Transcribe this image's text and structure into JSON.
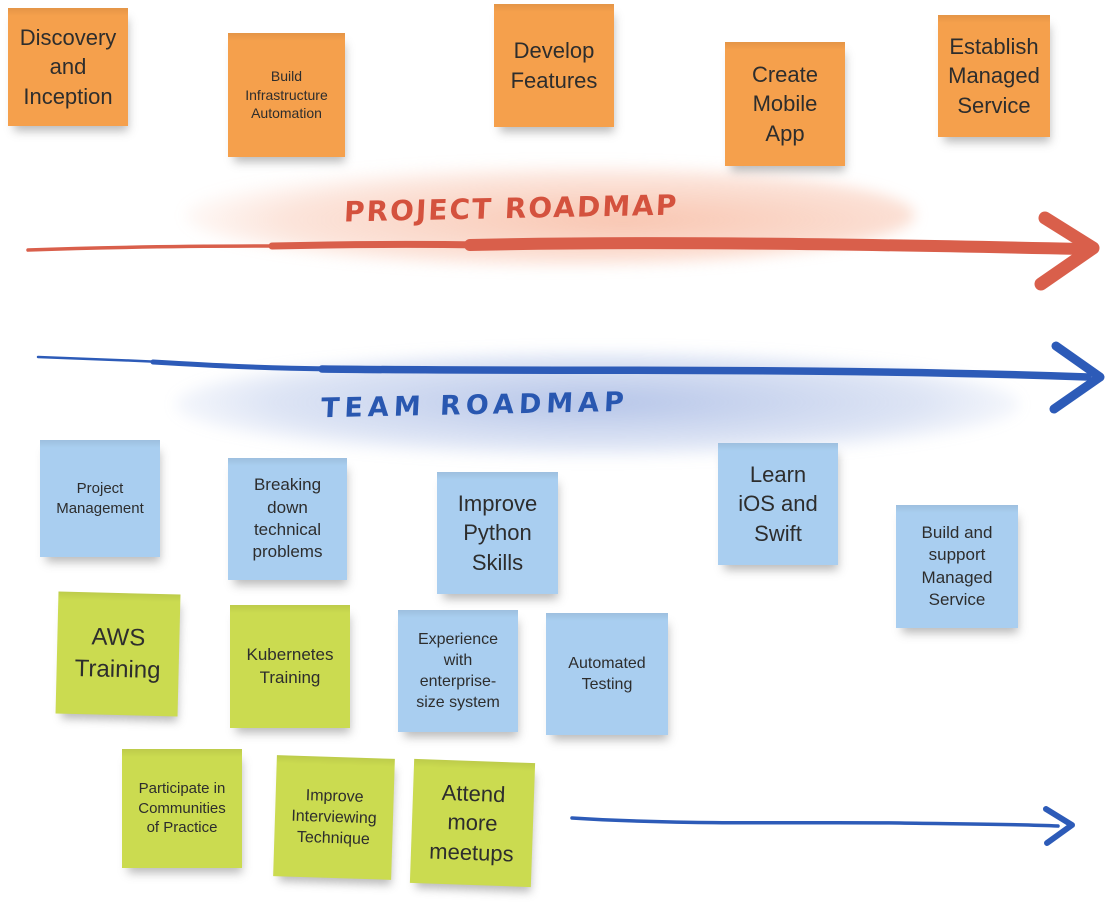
{
  "board": {
    "project_roadmap_label": "PROJECT ROADMAP",
    "team_roadmap_label": "TEAM ROADMAP"
  },
  "colors": {
    "note_orange": "#F5A04C",
    "note_blue": "#A9CEF0",
    "note_green": "#CBDB50",
    "note_text": "#2D2D2D",
    "arrow_red": "#D95F4B",
    "arrow_blue": "#2D5BB8",
    "label_red": "#D4523E",
    "label_blue": "#2957B0"
  },
  "sticky_notes": [
    {
      "id": "discovery-and-inception",
      "color": "orange",
      "text": "Discovery\nand\nInception"
    },
    {
      "id": "build-infrastructure-automation",
      "color": "orange",
      "text": "Build\nInfrastructure\nAutomation"
    },
    {
      "id": "develop-features",
      "color": "orange",
      "text": "Develop\nFeatures"
    },
    {
      "id": "create-mobile-app",
      "color": "orange",
      "text": "Create\nMobile\nApp"
    },
    {
      "id": "establish-managed-service",
      "color": "orange",
      "text": "Establish\nManaged\nService"
    },
    {
      "id": "project-management",
      "color": "blue",
      "text": "Project\nManagement"
    },
    {
      "id": "breaking-down-technical-problems",
      "color": "blue",
      "text": "Breaking\ndown\ntechnical\nproblems"
    },
    {
      "id": "improve-python-skills",
      "color": "blue",
      "text": "Improve\nPython\nSkills"
    },
    {
      "id": "learn-ios-and-swift",
      "color": "blue",
      "text": "Learn\niOS and\nSwift"
    },
    {
      "id": "build-and-support-managed-service",
      "color": "blue",
      "text": "Build and\nsupport\nManaged\nService"
    },
    {
      "id": "aws-training",
      "color": "green",
      "text": "AWS\nTraining"
    },
    {
      "id": "kubernetes-training",
      "color": "green",
      "text": "Kubernetes\nTraining"
    },
    {
      "id": "experience-enterprise-size-system",
      "color": "blue",
      "text": "Experience\nwith\nenterprise-\nsize system"
    },
    {
      "id": "automated-testing",
      "color": "blue",
      "text": "Automated\nTesting"
    },
    {
      "id": "participate-communities-of-practice",
      "color": "green",
      "text": "Participate in\nCommunities\nof Practice"
    },
    {
      "id": "improve-interviewing-technique",
      "color": "green",
      "text": "Improve\nInterviewing\nTechnique"
    },
    {
      "id": "attend-more-meetups",
      "color": "green",
      "text": "Attend\nmore\nmeetups"
    }
  ]
}
